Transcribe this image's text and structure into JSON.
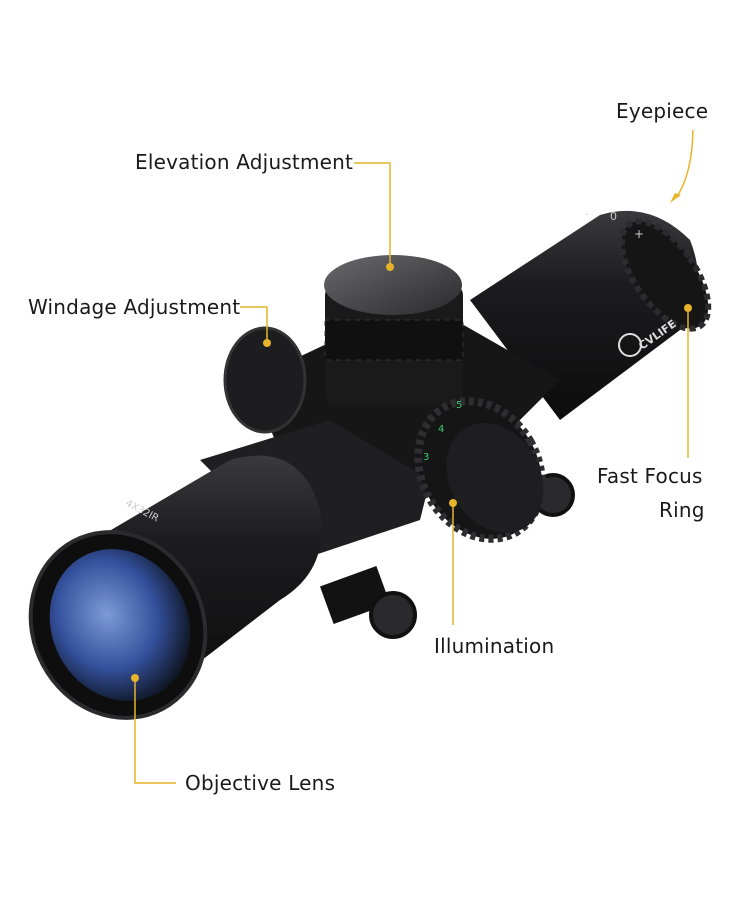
{
  "labels": {
    "eyepiece": "Eyepiece",
    "elevation": "Elevation Adjustment",
    "windage": "Windage Adjustment",
    "fast_focus_line1": "Fast Focus",
    "fast_focus_line2": "Ring",
    "illumination": "Illumination",
    "objective": "Objective Lens"
  },
  "product_markings": {
    "brand_logo": "CVLIFE",
    "lens_marking": "4X32IR",
    "diopter_marks": [
      "-",
      "0",
      "+"
    ],
    "illumination_marks": [
      "5",
      "4",
      "3"
    ]
  },
  "colors": {
    "callout": "#e6b32a",
    "scope_body": "#1b1b1d",
    "lens": "#3a5aa8"
  }
}
